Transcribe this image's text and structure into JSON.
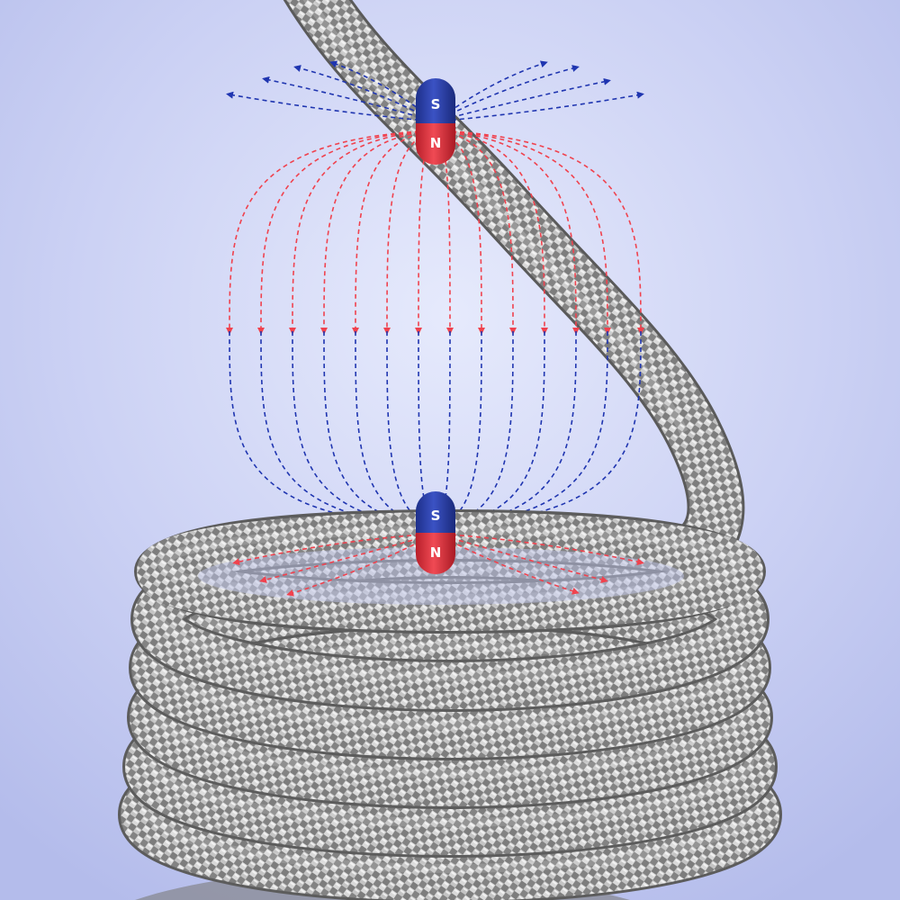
{
  "magnets": {
    "top": {
      "upper_pole": "S",
      "lower_pole": "N"
    },
    "bottom": {
      "upper_pole": "S",
      "lower_pole": "N"
    }
  },
  "colors": {
    "background_center": "#e4e8fb",
    "background_edge": "#b7bfeb",
    "south_pole": "#2a3ea0",
    "north_pole": "#e0343e",
    "field_blue": "#1f35b0",
    "field_red": "#f0424e",
    "cable_light": "#d6d6d6",
    "cable_mid": "#9a9a9a",
    "cable_dark": "#5c5c5c"
  },
  "icons": {
    "magnet": "capsule-magnet-icon",
    "field_arrow": "triangle-arrow-icon"
  }
}
